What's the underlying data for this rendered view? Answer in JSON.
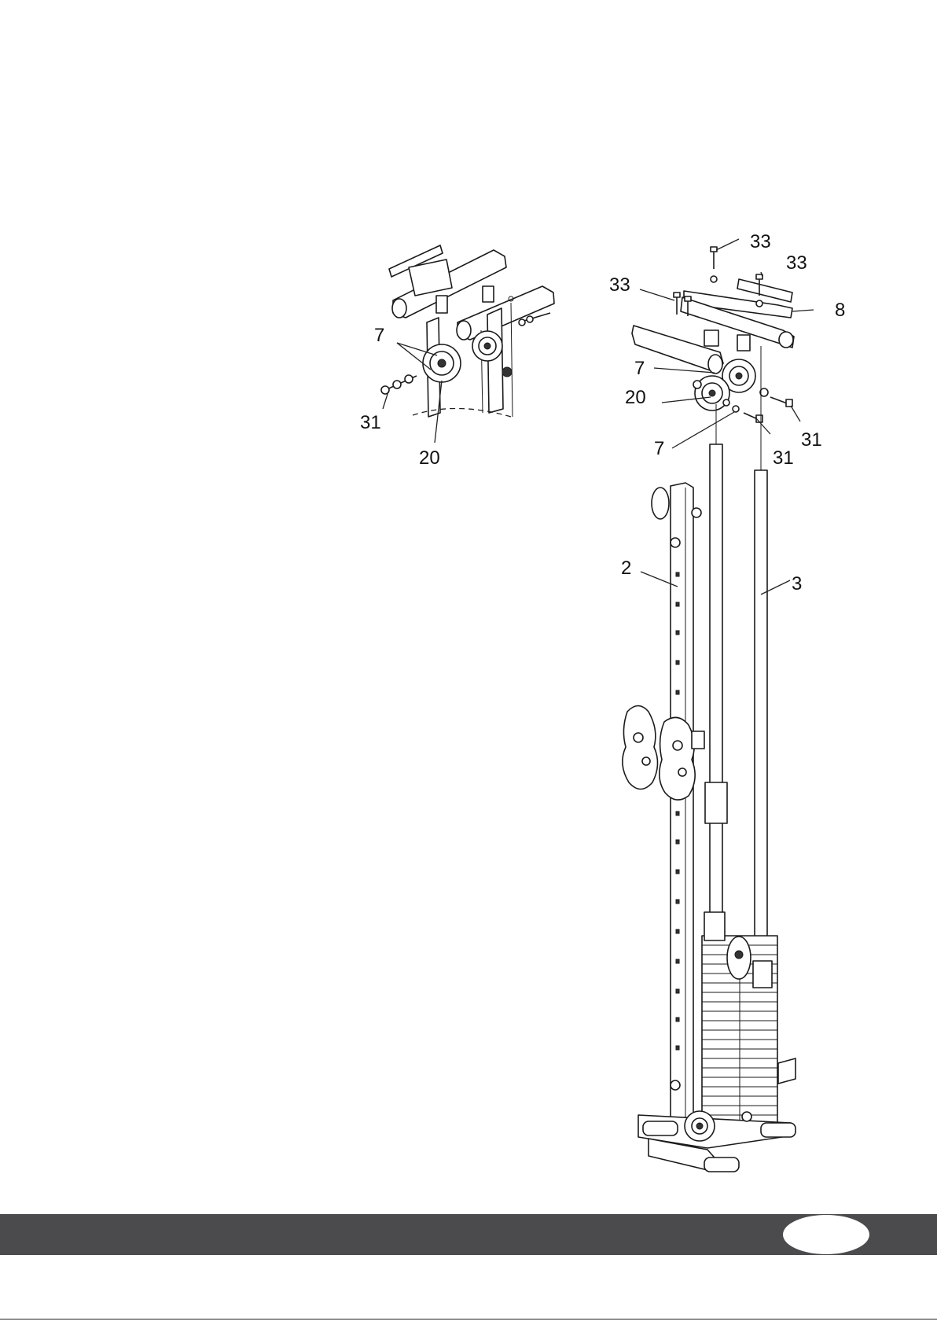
{
  "callouts": {
    "detail": [
      {
        "id": "7",
        "text": "7"
      },
      {
        "id": "31",
        "text": "31"
      },
      {
        "id": "20",
        "text": "20"
      }
    ],
    "main": [
      {
        "id": "33a",
        "text": "33"
      },
      {
        "id": "33b",
        "text": "33"
      },
      {
        "id": "33c",
        "text": "33"
      },
      {
        "id": "8",
        "text": "8"
      },
      {
        "id": "7a",
        "text": "7"
      },
      {
        "id": "20",
        "text": "20"
      },
      {
        "id": "31a",
        "text": "31"
      },
      {
        "id": "31b",
        "text": "31"
      },
      {
        "id": "7b",
        "text": "7"
      },
      {
        "id": "2",
        "text": "2"
      },
      {
        "id": "3",
        "text": "3"
      }
    ]
  },
  "colors": {
    "footer_bar": "#4b4a4c",
    "line_art": "#1a1a1a",
    "background": "#ffffff"
  }
}
